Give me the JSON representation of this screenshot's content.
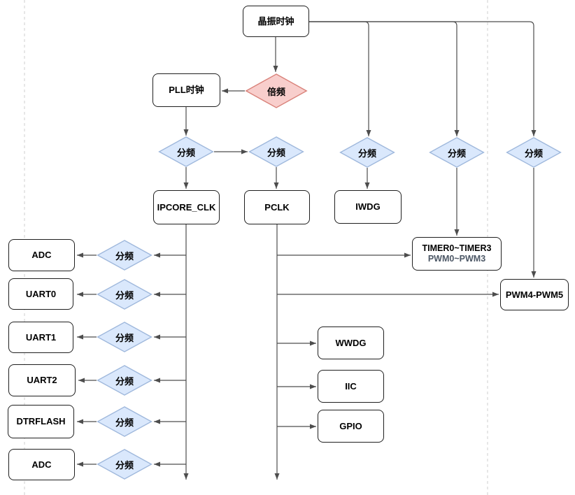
{
  "diagram_title": "",
  "nodes": {
    "crystal_clock": "晶振时钟",
    "pll_clock": "PLL时钟",
    "ipcore_clk": "IPCORE_CLK",
    "pclk": "PCLK",
    "iwdg": "IWDG",
    "timer_line1": "TIMER0~TIMER3",
    "timer_line2": "PWM0~PWM3",
    "pwm4_pwm5": "PWM4-PWM5",
    "adc_top": "ADC",
    "uart0": "UART0",
    "uart1": "UART1",
    "uart2": "UART2",
    "dtrflash": "DTRFLASH",
    "adc_bottom": "ADC",
    "wwdg": "WWDG",
    "iic": "IIC",
    "gpio": "GPIO",
    "multiply": "倍频",
    "divide": "分频"
  },
  "colors": {
    "node_fill": "#ffffff",
    "node_border": "#1f1f1f",
    "divide_fill": "#dae8fc",
    "divide_border": "#9fb8dc",
    "multiply_fill": "#f8cecc",
    "multiply_border": "#d9827a",
    "connector": "#4d4d4d",
    "guide": "#cfcfcf",
    "label": "#000000",
    "timer_sub_label": "#4d5866"
  }
}
